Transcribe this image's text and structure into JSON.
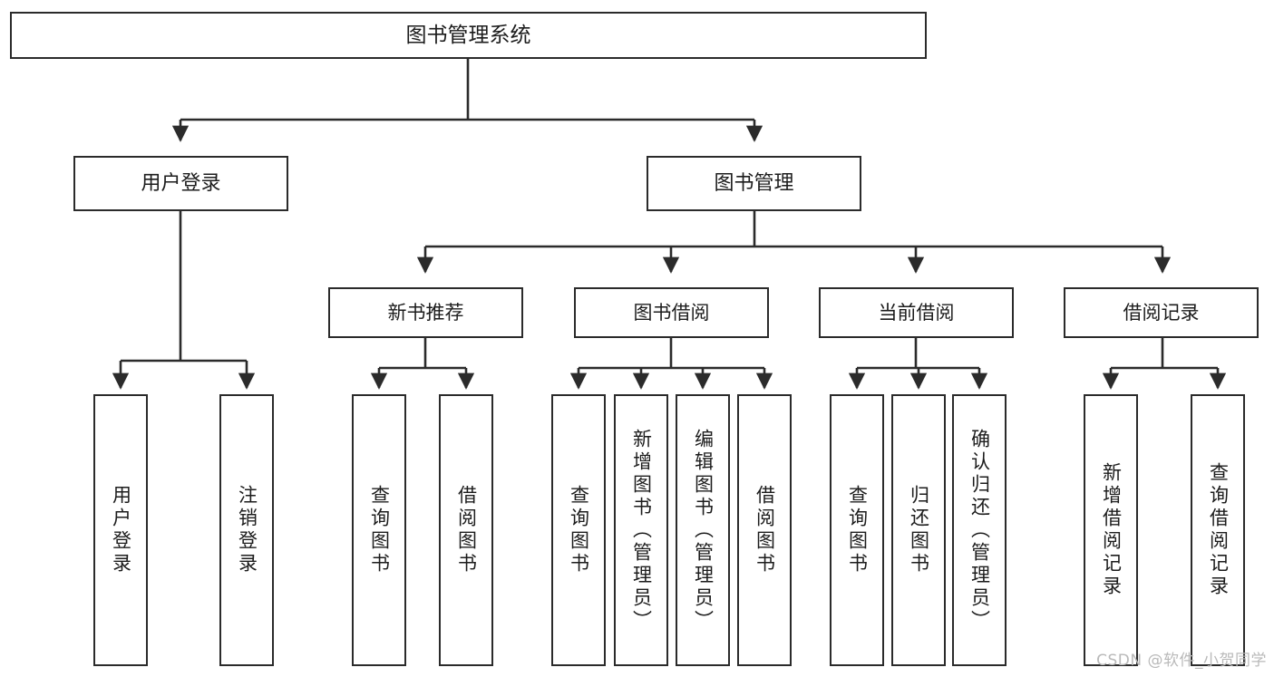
{
  "diagram": {
    "title": "图书管理系统",
    "watermark": "CSDN @软件_小贺同学",
    "stroke_color": "#2b2b2b",
    "text_color": "#1c1c1c",
    "background_color": "#ffffff",
    "nodes": {
      "root": {
        "label": "图书管理系统"
      },
      "level2": [
        {
          "id": "user-login",
          "label": "用户登录"
        },
        {
          "id": "book-manage",
          "label": "图书管理"
        }
      ],
      "level3": [
        {
          "id": "new-book-recommend",
          "label": "新书推荐"
        },
        {
          "id": "book-borrow",
          "label": "图书借阅"
        },
        {
          "id": "current-borrow",
          "label": "当前借阅"
        },
        {
          "id": "borrow-record",
          "label": "借阅记录"
        }
      ],
      "leaves": [
        {
          "id": "leaf-user-login",
          "label": "用户登录"
        },
        {
          "id": "leaf-logout-login",
          "label": "注销登录"
        },
        {
          "id": "leaf-query-book-1",
          "label": "查询图书"
        },
        {
          "id": "leaf-borrow-book-1",
          "label": "借阅图书"
        },
        {
          "id": "leaf-query-book-2",
          "label": "查询图书"
        },
        {
          "id": "leaf-add-book-admin",
          "label": "新增图书（管理员）"
        },
        {
          "id": "leaf-edit-book-admin",
          "label": "编辑图书（管理员）"
        },
        {
          "id": "leaf-borrow-book-2",
          "label": "借阅图书"
        },
        {
          "id": "leaf-query-book-3",
          "label": "查询图书"
        },
        {
          "id": "leaf-return-book",
          "label": "归还图书"
        },
        {
          "id": "leaf-confirm-return-admin",
          "label": "确认归还（管理员）"
        },
        {
          "id": "leaf-add-borrow-record",
          "label": "新增借阅记录"
        },
        {
          "id": "leaf-query-borrow-record",
          "label": "查询借阅记录"
        }
      ]
    }
  }
}
